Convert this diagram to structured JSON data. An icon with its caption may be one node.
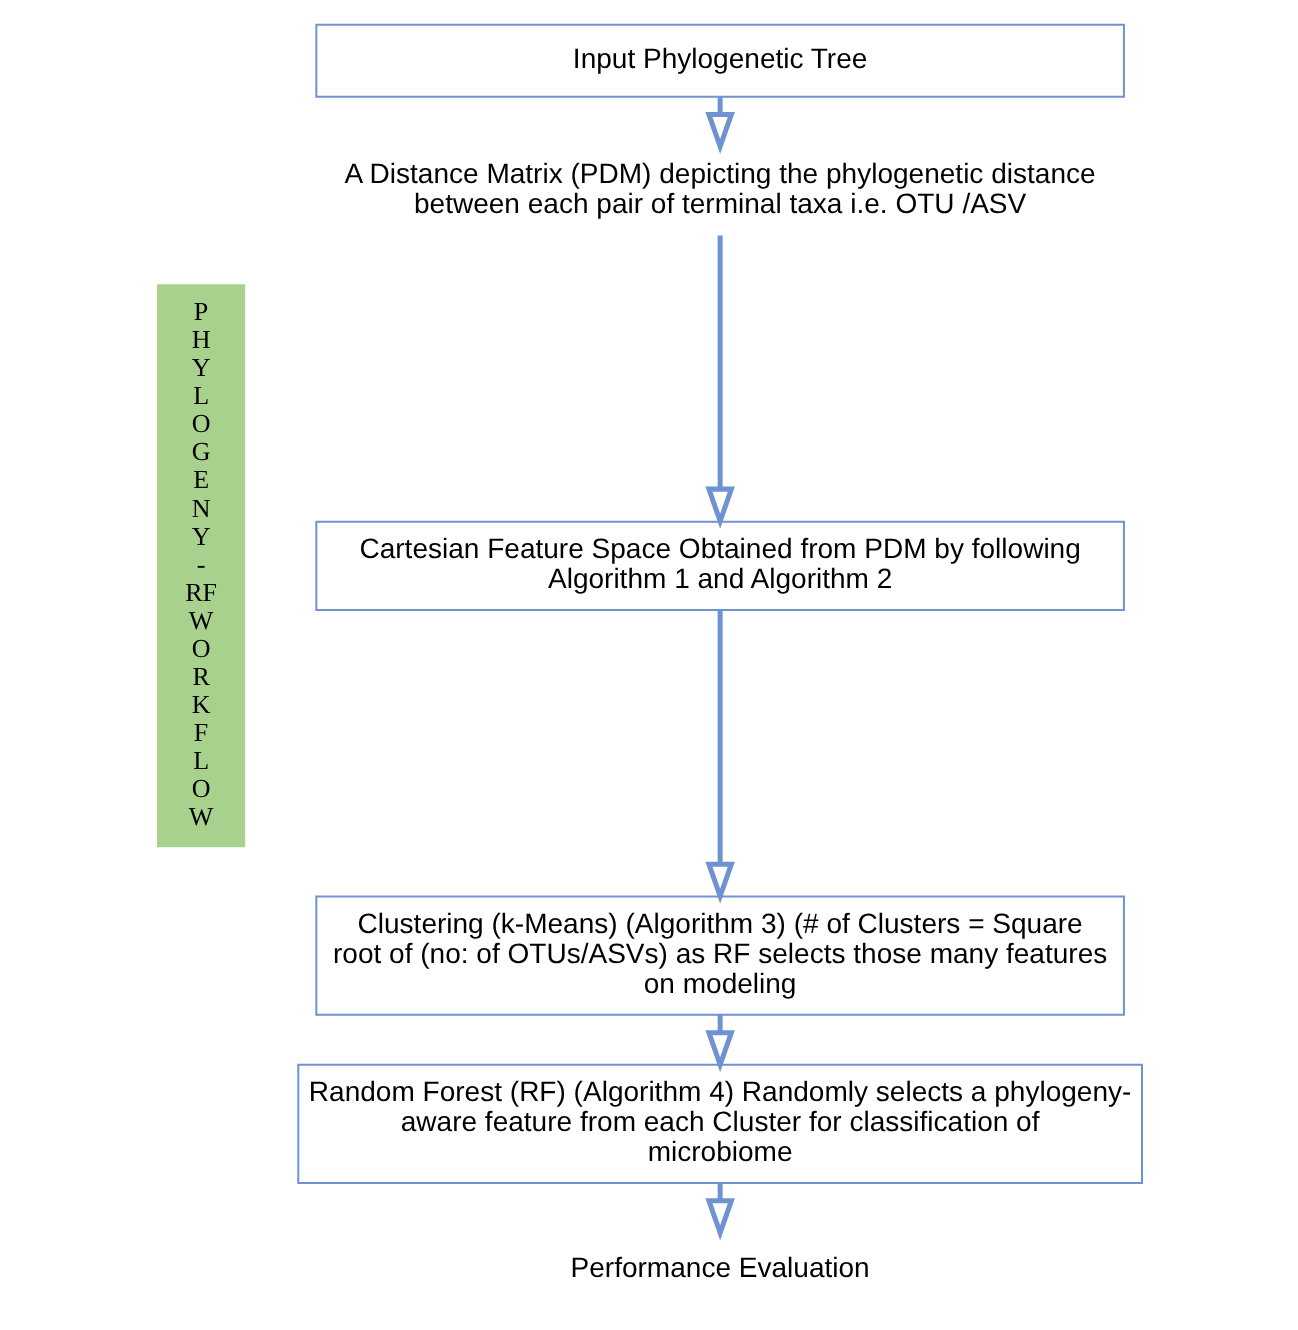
{
  "diagram": {
    "nodes": [
      {
        "text": [
          "Input Phylogenetic Tree"
        ]
      },
      {
        "text": [
          "A Distance Matrix (PDM) depicting the phylogenetic distance between each pair of terminal taxa i.e. OTU /ASV"
        ]
      },
      {
        "text": [
          "Cartesian Feature Space Obtained from PDM by following Algorithm 1 and Algorithm 2"
        ]
      },
      {
        "text": [
          "Clustering (k-Means) (Algorithm 3) (# of Clusters = Square root of (no: of OTUs/ASVs) as RF selects those many features on modeling"
        ]
      },
      {
        "text": [
          "Random Forest (RF) (Algorithm 4) Randomly selects a phylogeny-aware feature from each Cluster for classification of microbiome"
        ]
      },
      {
        "text": [
          "Performance Evaluation"
        ]
      },
      {
        "text": [
          "P H Y L O G E N Y - RF W O R K F L O W"
        ]
      }
    ],
    "edges": [
      {
        "from": 0,
        "to": 1,
        "arrow": "to"
      },
      {
        "from": 1,
        "to": 2,
        "arrow": "to"
      },
      {
        "from": 2,
        "to": 3,
        "arrow": "to"
      },
      {
        "from": 3,
        "to": 4,
        "arrow": "to"
      },
      {
        "from": 4,
        "to": 5,
        "arrow": "to"
      }
    ]
  }
}
